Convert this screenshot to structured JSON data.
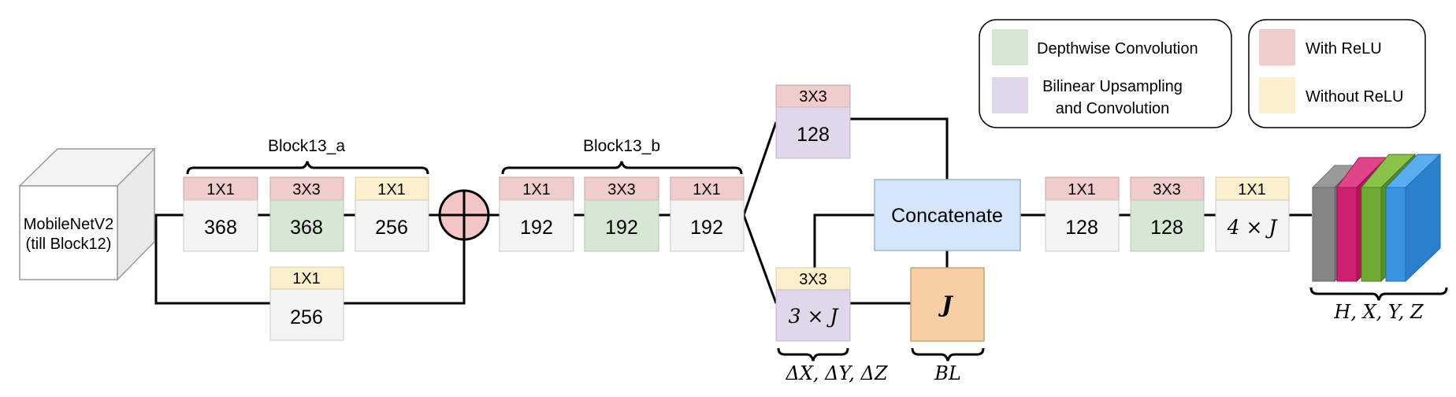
{
  "colors": {
    "relu": "#f1cccc",
    "no_relu": "#fcf0cc",
    "depthwise": "#d6e7d4",
    "bilinear": "#e0d7e8",
    "plain": "#f4f4f4",
    "concat": "#d5e6fa",
    "j_box": "#f8cfa4",
    "sum_node": "#f4c5c5",
    "line": "#000000"
  },
  "icons": {
    "sum": "circle-plus-icon",
    "backbone": "cube-icon",
    "output": "stacked-volumes-icon"
  },
  "backbone": {
    "line1": "MobileNetV2",
    "line2": "(till Block12)"
  },
  "groups": {
    "block13a": "Block13_a",
    "block13b": "Block13_b"
  },
  "blocks": {
    "a1": {
      "header": "1X1",
      "value": "368"
    },
    "a2": {
      "header": "3X3",
      "value": "368"
    },
    "a3": {
      "header": "1X1",
      "value": "256"
    },
    "skip": {
      "header": "1X1",
      "value": "256"
    },
    "b1": {
      "header": "1X1",
      "value": "192"
    },
    "b2": {
      "header": "3X3",
      "value": "192"
    },
    "b3": {
      "header": "1X1",
      "value": "192"
    },
    "up_top": {
      "header": "3X3",
      "value": "128"
    },
    "up_bottom": {
      "header": "3X3",
      "value": "3 × J"
    },
    "c1": {
      "header": "1X1",
      "value": "128"
    },
    "c2": {
      "header": "3X3",
      "value": "128"
    },
    "c3": {
      "header": "1X1",
      "value": "4 × J"
    }
  },
  "concat": "Concatenate",
  "j_label": "J",
  "braces": {
    "delta": "ΔX, ΔY, ΔZ",
    "bl": "BL",
    "hxyz": "H, X, Y, Z"
  },
  "legend": {
    "depthwise": "Depthwise Convolution",
    "bilinear_line1": "Bilinear Upsampling",
    "bilinear_line2": "and Convolution",
    "with_relu": "With ReLU",
    "without_relu": "Without ReLU"
  }
}
